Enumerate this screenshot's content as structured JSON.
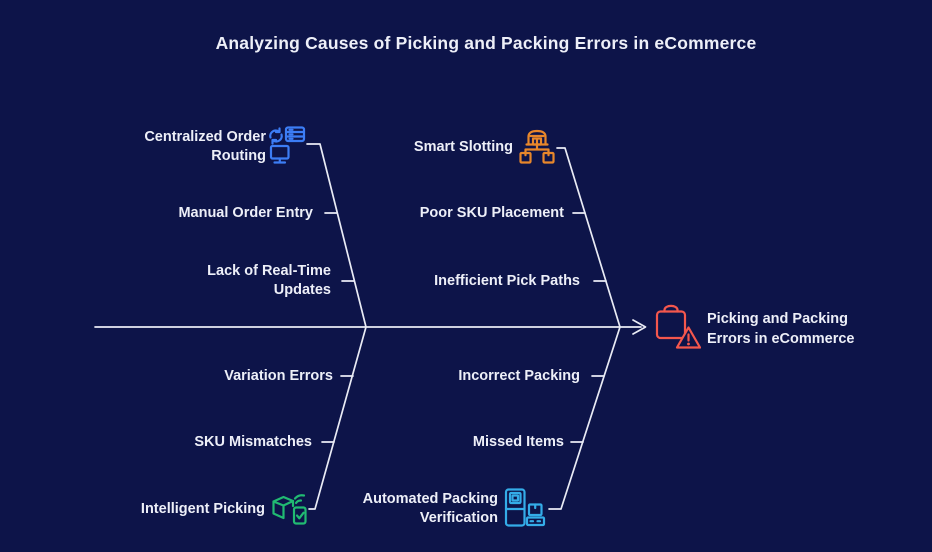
{
  "title": "Analyzing Causes of Picking and Packing Errors in eCommerce",
  "colors": {
    "background": "#0D1449",
    "line": "#E9EBF5",
    "text": "#EDEFF8",
    "blue": "#3C7DF5",
    "orange": "#E8872B",
    "green": "#21BA72",
    "cyan": "#34ACE8",
    "red": "#F4574D"
  },
  "effect": {
    "label": "Picking and Packing Errors in eCommerce",
    "icon": "bag-warning-icon"
  },
  "branches": {
    "top_left": {
      "head_label": "Centralized Order Routing",
      "head_icon": "order-routing-icon",
      "items": [
        "Manual Order Entry",
        "Lack of Real-Time Updates"
      ]
    },
    "top_right": {
      "head_label": "Smart Slotting",
      "head_icon": "smart-slotting-icon",
      "items": [
        "Poor SKU Placement",
        "Inefficient Pick Paths"
      ]
    },
    "bottom_left": {
      "head_label": "Intelligent Picking",
      "head_icon": "intelligent-picking-icon",
      "items": [
        "Variation Errors",
        "SKU Mismatches"
      ]
    },
    "bottom_right": {
      "head_label": "Automated Packing Verification",
      "head_icon": "packing-verification-icon",
      "items": [
        "Incorrect Packing",
        "Missed Items"
      ]
    }
  }
}
